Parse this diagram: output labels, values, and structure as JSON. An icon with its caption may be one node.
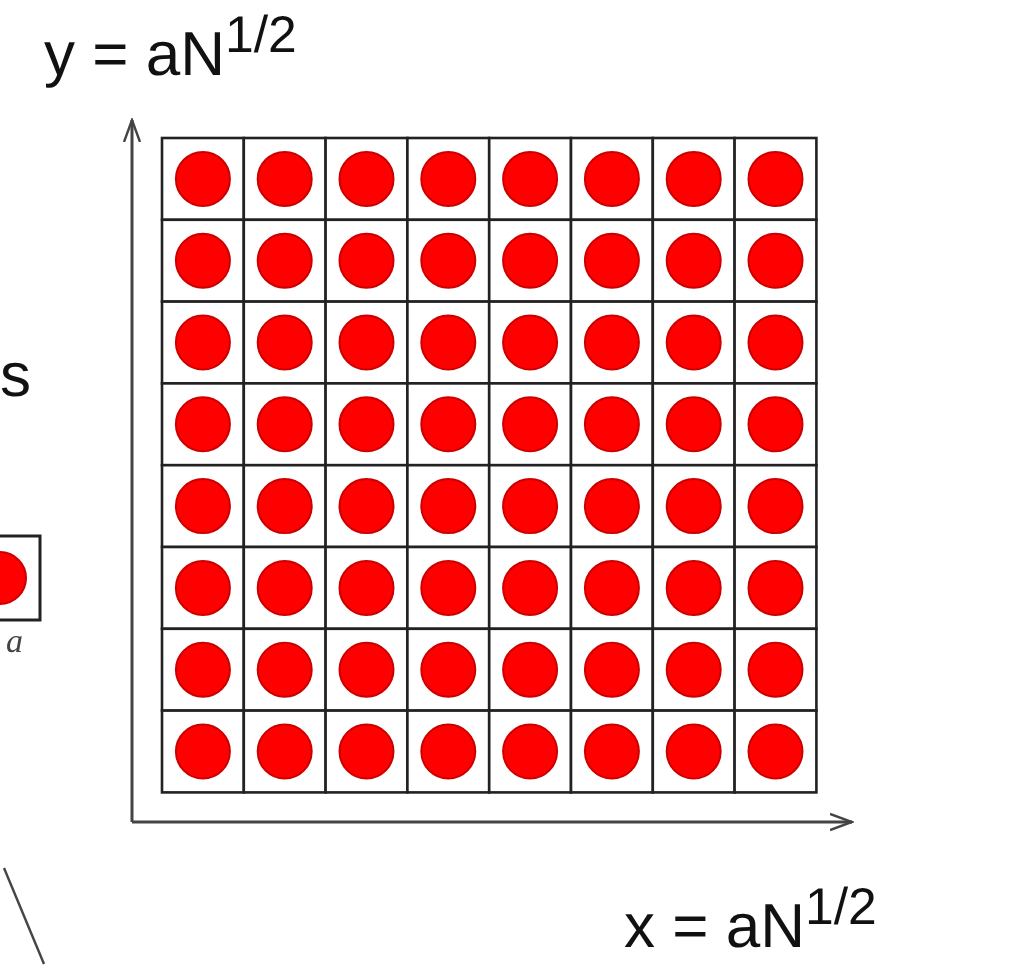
{
  "diagram": {
    "labels": [
      "y = aN$^{1/2}$",
      "s",
      "a",
      "x = aN$^{1/2}$"
    ]
  }
}
